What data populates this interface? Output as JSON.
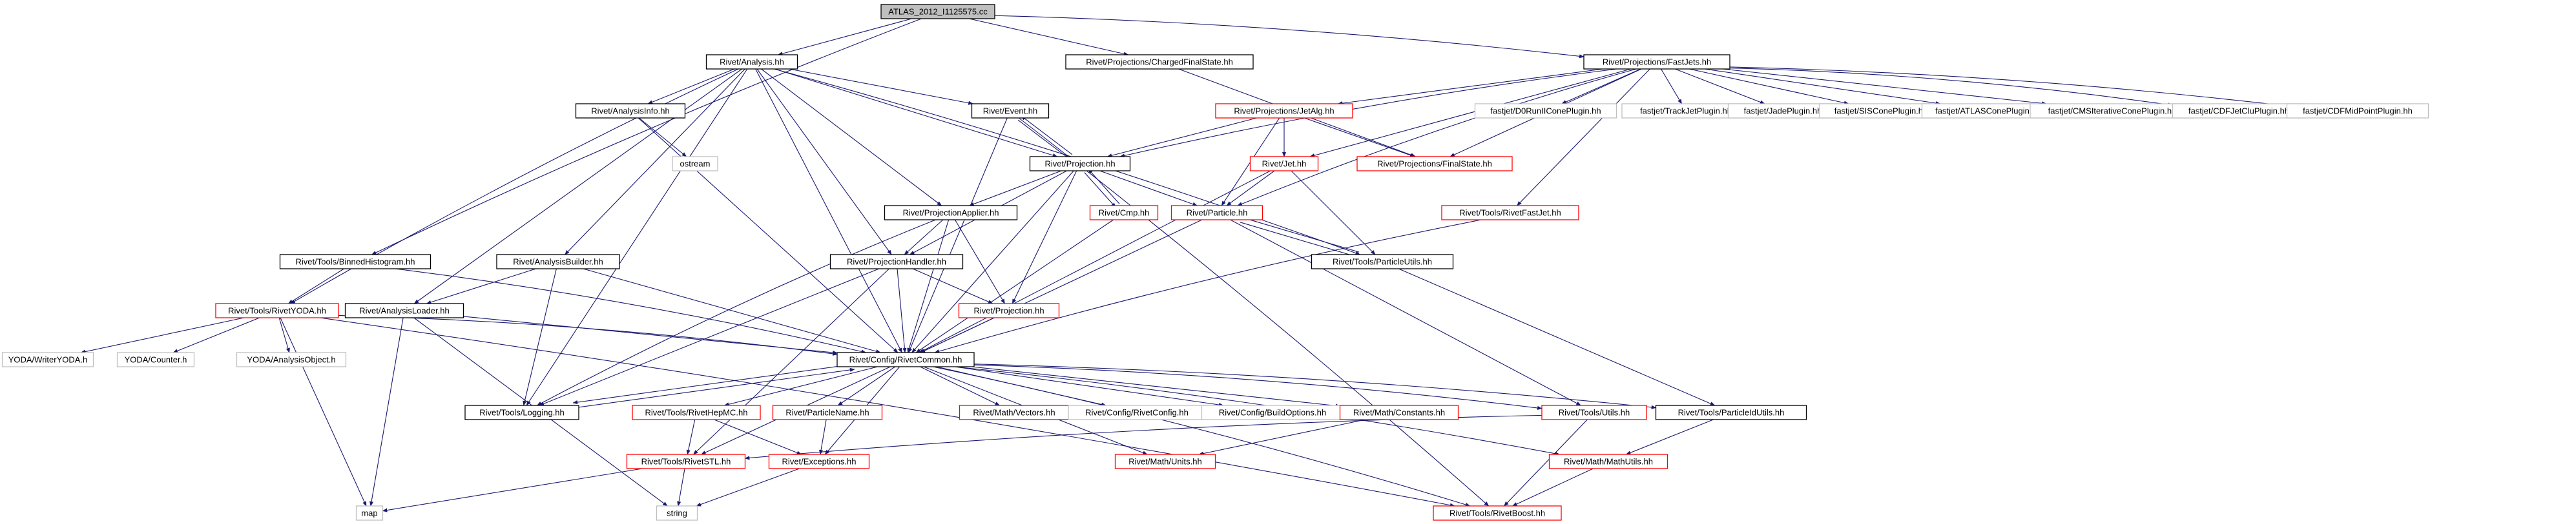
{
  "colors": {
    "edge": "#191970",
    "box_black": "#000000",
    "box_red": "#ff0000",
    "box_gray": "#bfbfbf",
    "root_fill": "#bfbfbf",
    "text": "#000000"
  },
  "nodes": [
    {
      "id": "root",
      "label": "ATLAS_2012_I1125575.cc",
      "style": "root"
    },
    {
      "id": "analysis",
      "label": "Rivet/Analysis.hh",
      "style": "black"
    },
    {
      "id": "chargedfs",
      "label": "Rivet/Projections/ChargedFinalState.hh",
      "style": "black"
    },
    {
      "id": "fastjets",
      "label": "Rivet/Projections/FastJets.hh",
      "style": "black"
    },
    {
      "id": "event",
      "label": "Rivet/Event.hh",
      "style": "black"
    },
    {
      "id": "jetalg",
      "label": "Rivet/Projections/JetAlg.hh",
      "style": "red"
    },
    {
      "id": "d0run",
      "label": "fastjet/D0RunIIConePlugin.hh",
      "style": "gray"
    },
    {
      "id": "trackjet",
      "label": "fastjet/TrackJetPlugin.hh",
      "style": "gray"
    },
    {
      "id": "jade",
      "label": "fastjet/JadePlugin.hh",
      "style": "gray"
    },
    {
      "id": "siscone",
      "label": "fastjet/SISConePlugin.hh",
      "style": "gray"
    },
    {
      "id": "atlascone",
      "label": "fastjet/ATLASConePlugin.hh",
      "style": "gray"
    },
    {
      "id": "cmsit",
      "label": "fastjet/CMSIterativeConePlugin.hh",
      "style": "gray"
    },
    {
      "id": "cdfjetclu",
      "label": "fastjet/CDFJetCluPlugin.hh",
      "style": "gray"
    },
    {
      "id": "cdfmid",
      "label": "fastjet/CDFMidPointPlugin.hh",
      "style": "gray"
    },
    {
      "id": "analysisinfo",
      "label": "Rivet/AnalysisInfo.hh",
      "style": "black"
    },
    {
      "id": "projection",
      "label": "Rivet/Projection.hh",
      "style": "black"
    },
    {
      "id": "jet",
      "label": "Rivet/Jet.hh",
      "style": "red"
    },
    {
      "id": "finalstate",
      "label": "Rivet/Projections/FinalState.hh",
      "style": "red"
    },
    {
      "id": "ostream",
      "label": "ostream",
      "style": "gray"
    },
    {
      "id": "projapplier",
      "label": "Rivet/ProjectionApplier.hh",
      "style": "black"
    },
    {
      "id": "cmp",
      "label": "Rivet/Cmp.hh",
      "style": "red"
    },
    {
      "id": "particle",
      "label": "Rivet/Particle.hh",
      "style": "red"
    },
    {
      "id": "rivetfastjet",
      "label": "Rivet/Tools/RivetFastJet.hh",
      "style": "red"
    },
    {
      "id": "binnedhisto",
      "label": "Rivet/Tools/BinnedHistogram.hh",
      "style": "black"
    },
    {
      "id": "analysisbuilder",
      "label": "Rivet/AnalysisBuilder.hh",
      "style": "black"
    },
    {
      "id": "projhandler",
      "label": "Rivet/ProjectionHandler.hh",
      "style": "black"
    },
    {
      "id": "particleutils",
      "label": "Rivet/Tools/ParticleUtils.hh",
      "style": "black"
    },
    {
      "id": "rivetyoda",
      "label": "Rivet/Tools/RivetYODA.hh",
      "style": "red"
    },
    {
      "id": "analysisloader",
      "label": "Rivet/AnalysisLoader.hh",
      "style": "black"
    },
    {
      "id": "projectionhh",
      "label": "Rivet/Projection.hh",
      "style": "red"
    },
    {
      "id": "writeryoda",
      "label": "YODA/WriterYODA.h",
      "style": "gray"
    },
    {
      "id": "counter",
      "label": "YODA/Counter.h",
      "style": "gray"
    },
    {
      "id": "analysisobject",
      "label": "YODA/AnalysisObject.h",
      "style": "gray"
    },
    {
      "id": "rivetcommon",
      "label": "Rivet/Config/RivetCommon.hh",
      "style": "black"
    },
    {
      "id": "logging",
      "label": "Rivet/Tools/Logging.hh",
      "style": "black"
    },
    {
      "id": "rivethepmc",
      "label": "Rivet/Tools/RivetHepMC.hh",
      "style": "red"
    },
    {
      "id": "particlename",
      "label": "Rivet/ParticleName.hh",
      "style": "red"
    },
    {
      "id": "mathvectors",
      "label": "Rivet/Math/Vectors.hh",
      "style": "red"
    },
    {
      "id": "rivetconfig",
      "label": "Rivet/Config/RivetConfig.hh",
      "style": "gray"
    },
    {
      "id": "buildoptions",
      "label": "Rivet/Config/BuildOptions.hh",
      "style": "gray"
    },
    {
      "id": "mathconstants",
      "label": "Rivet/Math/Constants.hh",
      "style": "red"
    },
    {
      "id": "toolsutils",
      "label": "Rivet/Tools/Utils.hh",
      "style": "red"
    },
    {
      "id": "particleidutils",
      "label": "Rivet/Tools/ParticleIdUtils.hh",
      "style": "black"
    },
    {
      "id": "rivetstl",
      "label": "Rivet/Tools/RivetSTL.hh",
      "style": "red"
    },
    {
      "id": "exceptions",
      "label": "Rivet/Exceptions.hh",
      "style": "red"
    },
    {
      "id": "mathunits",
      "label": "Rivet/Math/Units.hh",
      "style": "red"
    },
    {
      "id": "mathutils",
      "label": "Rivet/Math/MathUtils.hh",
      "style": "red"
    },
    {
      "id": "map",
      "label": "map",
      "style": "gray"
    },
    {
      "id": "string",
      "label": "string",
      "style": "gray"
    },
    {
      "id": "rivetboost",
      "label": "Rivet/Tools/RivetBoost.hh",
      "style": "red"
    }
  ],
  "edges": [
    [
      "root",
      "analysis"
    ],
    [
      "root",
      "chargedfs"
    ],
    [
      "root",
      "fastjets"
    ],
    [
      "root",
      "binnedhisto"
    ],
    [
      "analysis",
      "analysisinfo"
    ],
    [
      "analysis",
      "event"
    ],
    [
      "analysis",
      "projection"
    ],
    [
      "analysis",
      "projapplier"
    ],
    [
      "analysis",
      "projhandler"
    ],
    [
      "analysis",
      "analysisbuilder"
    ],
    [
      "analysis",
      "analysisloader"
    ],
    [
      "analysis",
      "rivetyoda"
    ],
    [
      "analysis",
      "rivetcommon"
    ],
    [
      "analysis",
      "logging"
    ],
    [
      "analysis",
      "particleutils"
    ],
    [
      "chargedfs",
      "finalstate"
    ],
    [
      "fastjets",
      "jetalg"
    ],
    [
      "fastjets",
      "finalstate"
    ],
    [
      "fastjets",
      "projection"
    ],
    [
      "fastjets",
      "particle"
    ],
    [
      "fastjets",
      "jet"
    ],
    [
      "fastjets",
      "rivetfastjet"
    ],
    [
      "fastjets",
      "d0run"
    ],
    [
      "fastjets",
      "trackjet"
    ],
    [
      "fastjets",
      "jade"
    ],
    [
      "fastjets",
      "siscone"
    ],
    [
      "fastjets",
      "atlascone"
    ],
    [
      "fastjets",
      "cmsit"
    ],
    [
      "fastjets",
      "cdfjetclu"
    ],
    [
      "fastjets",
      "cdfmid"
    ],
    [
      "jetalg",
      "projection"
    ],
    [
      "jetalg",
      "jet"
    ],
    [
      "jetalg",
      "particle"
    ],
    [
      "jetalg",
      "finalstate"
    ],
    [
      "event",
      "projection"
    ],
    [
      "event",
      "rivetcommon"
    ],
    [
      "event",
      "rivetboost"
    ],
    [
      "analysisinfo",
      "ostream"
    ],
    [
      "analysisinfo",
      "rivetcommon"
    ],
    [
      "projection",
      "event"
    ],
    [
      "projection",
      "projapplier"
    ],
    [
      "projection",
      "projhandler"
    ],
    [
      "projection",
      "cmp"
    ],
    [
      "projection",
      "particle"
    ],
    [
      "projection",
      "projectionhh"
    ],
    [
      "projection",
      "rivetcommon"
    ],
    [
      "cmp",
      "projection"
    ],
    [
      "cmp",
      "rivetcommon"
    ],
    [
      "jet",
      "particle"
    ],
    [
      "jet",
      "particleutils"
    ],
    [
      "jet",
      "rivetcommon"
    ],
    [
      "particle",
      "particleutils"
    ],
    [
      "particle",
      "rivetcommon"
    ],
    [
      "particle",
      "toolsutils"
    ],
    [
      "particleutils",
      "particle"
    ],
    [
      "particleutils",
      "particleidutils"
    ],
    [
      "projapplier",
      "projhandler"
    ],
    [
      "projapplier",
      "projectionhh"
    ],
    [
      "projapplier",
      "rivetcommon"
    ],
    [
      "projapplier",
      "logging"
    ],
    [
      "projhandler",
      "projectionhh"
    ],
    [
      "projhandler",
      "rivetcommon"
    ],
    [
      "projhandler",
      "logging"
    ],
    [
      "projhandler",
      "rivetstl"
    ],
    [
      "projectionhh",
      "rivetcommon"
    ],
    [
      "rivetfastjet",
      "rivetcommon"
    ],
    [
      "binnedhisto",
      "rivetyoda"
    ],
    [
      "binnedhisto",
      "rivetcommon"
    ],
    [
      "analysisbuilder",
      "analysisloader"
    ],
    [
      "analysisbuilder",
      "rivetcommon"
    ],
    [
      "analysisbuilder",
      "logging"
    ],
    [
      "analysisloader",
      "rivetcommon"
    ],
    [
      "analysisloader",
      "map"
    ],
    [
      "analysisloader",
      "string"
    ],
    [
      "rivetyoda",
      "writeryoda"
    ],
    [
      "rivetyoda",
      "counter"
    ],
    [
      "rivetyoda",
      "analysisobject"
    ],
    [
      "rivetyoda",
      "rivetcommon"
    ],
    [
      "rivetyoda",
      "map"
    ],
    [
      "rivetyoda",
      "rivetboost"
    ],
    [
      "rivetcommon",
      "logging"
    ],
    [
      "rivetcommon",
      "rivethepmc"
    ],
    [
      "rivetcommon",
      "particlename"
    ],
    [
      "rivetcommon",
      "mathvectors"
    ],
    [
      "rivetcommon",
      "rivetconfig"
    ],
    [
      "rivetcommon",
      "buildoptions"
    ],
    [
      "rivetcommon",
      "mathconstants"
    ],
    [
      "rivetcommon",
      "toolsutils"
    ],
    [
      "rivetcommon",
      "particleidutils"
    ],
    [
      "rivetcommon",
      "rivetstl"
    ],
    [
      "rivetcommon",
      "exceptions"
    ],
    [
      "rivetcommon",
      "mathunits"
    ],
    [
      "rivetcommon",
      "mathutils"
    ],
    [
      "rivetcommon",
      "rivetboost"
    ],
    [
      "logging",
      "rivetcommon"
    ],
    [
      "rivethepmc",
      "rivetstl"
    ],
    [
      "rivethepmc",
      "exceptions"
    ],
    [
      "particlename",
      "exceptions"
    ],
    [
      "mathconstants",
      "mathunits"
    ],
    [
      "toolsutils",
      "rivetstl"
    ],
    [
      "toolsutils",
      "rivetboost"
    ],
    [
      "particleidutils",
      "mathutils"
    ],
    [
      "rivetstl",
      "map"
    ],
    [
      "rivetstl",
      "string"
    ],
    [
      "exceptions",
      "string"
    ],
    [
      "mathutils",
      "rivetboost"
    ]
  ]
}
